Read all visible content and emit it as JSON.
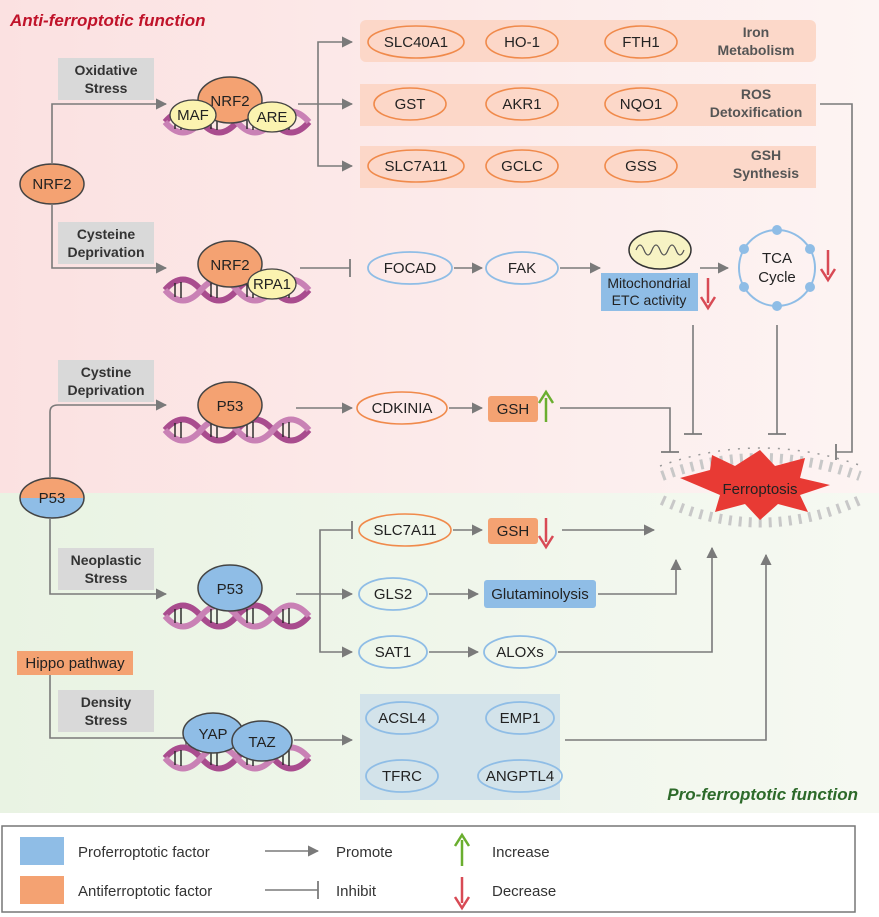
{
  "titles": {
    "anti": "Anti-ferroptotic function",
    "pro": "Pro-ferroptotic function"
  },
  "colors": {
    "anti_title": "#c0132a",
    "pro_title": "#2d6a2a",
    "antiferroptotic": "#f4a272",
    "proferroptotic": "#8fbde6",
    "increase": "#6aae2f",
    "decrease": "#d84a55",
    "ferroptosis": "#e83a34"
  },
  "stress": {
    "oxidative": [
      "Oxidative",
      "Stress"
    ],
    "cysteine": [
      "Cysteine",
      "Deprivation"
    ],
    "cystine": [
      "Cystine",
      "Deprivation"
    ],
    "neoplastic": [
      "Neoplastic",
      "Stress"
    ],
    "density": [
      "Density",
      "Stress"
    ]
  },
  "factors": {
    "nrf2": "NRF2",
    "maf": "MAF",
    "are": "ARE",
    "rpa1": "RPA1",
    "p53": "P53",
    "yap": "YAP",
    "taz": "TAZ",
    "hippo": "Hippo pathway"
  },
  "categories": {
    "iron": [
      "Iron",
      "Metabolism"
    ],
    "ros": [
      "ROS",
      "Detoxification"
    ],
    "gsh": [
      "GSH",
      "Synthesis"
    ]
  },
  "genes": {
    "slc40a1": "SLC40A1",
    "ho1": "HO-1",
    "fth1": "FTH1",
    "gst": "GST",
    "akr1": "AKR1",
    "nqo1": "NQO1",
    "slc7a11": "SLC7A11",
    "gclc": "GCLC",
    "gss": "GSS",
    "focad": "FOCAD",
    "fak": "FAK",
    "cdkinia": "CDKINIA",
    "gsh": "GSH",
    "gls2": "GLS2",
    "sat1": "SAT1",
    "aloxs": "ALOXs",
    "acsl4": "ACSL4",
    "emp1": "EMP1",
    "tfrc": "TFRC",
    "angptl4": "ANGPTL4"
  },
  "processes": {
    "mito": [
      "Mitochondrial",
      "ETC activity"
    ],
    "tca": [
      "TCA",
      "Cycle"
    ],
    "glutaminolysis": "Glutaminolysis",
    "ferroptosis": "Ferroptosis"
  },
  "legend": {
    "pro": "Proferroptotic factor",
    "anti": "Antiferroptotic factor",
    "promote": "Promote",
    "inhibit": "Inhibit",
    "increase": "Increase",
    "decrease": "Decrease"
  }
}
